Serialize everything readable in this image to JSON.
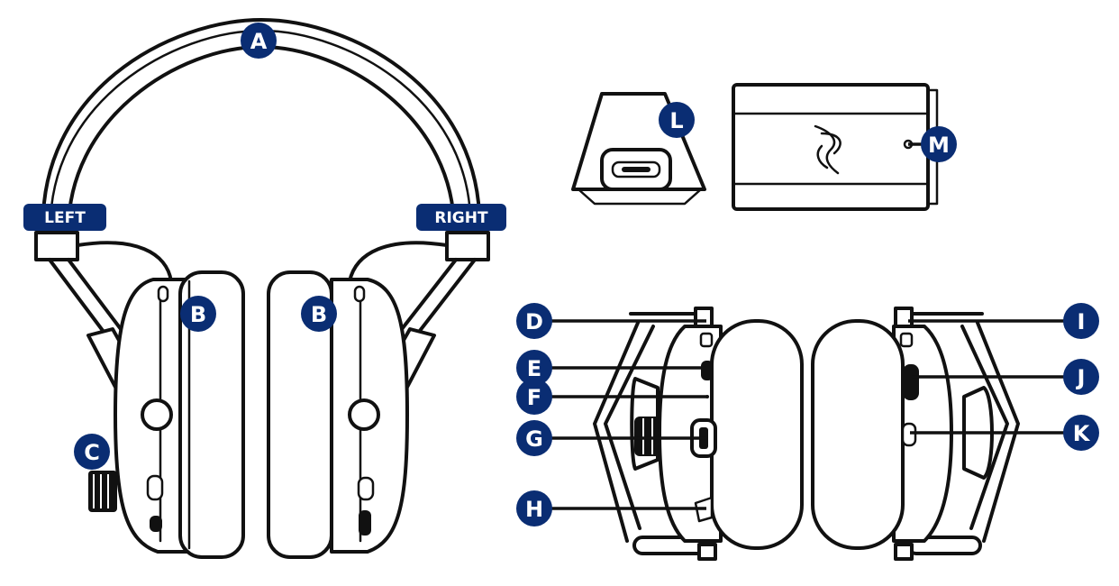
{
  "side_labels": {
    "left": "LEFT",
    "right": "RIGHT"
  },
  "callouts": {
    "A": "A",
    "B_left": "B",
    "B_right": "B",
    "C": "C",
    "D": "D",
    "E": "E",
    "F": "F",
    "G": "G",
    "H": "H",
    "I": "I",
    "J": "J",
    "K": "K",
    "L": "L",
    "M": "M"
  },
  "colors": {
    "accent": "#0a2d73",
    "line": "#111111",
    "background": "#ffffff"
  },
  "icons": [
    "razer-logo-icon",
    "usb-c-port-icon",
    "power-button-icon",
    "volume-rocker-icon",
    "mic-mute-button-icon",
    "volume-dial-icon"
  ]
}
